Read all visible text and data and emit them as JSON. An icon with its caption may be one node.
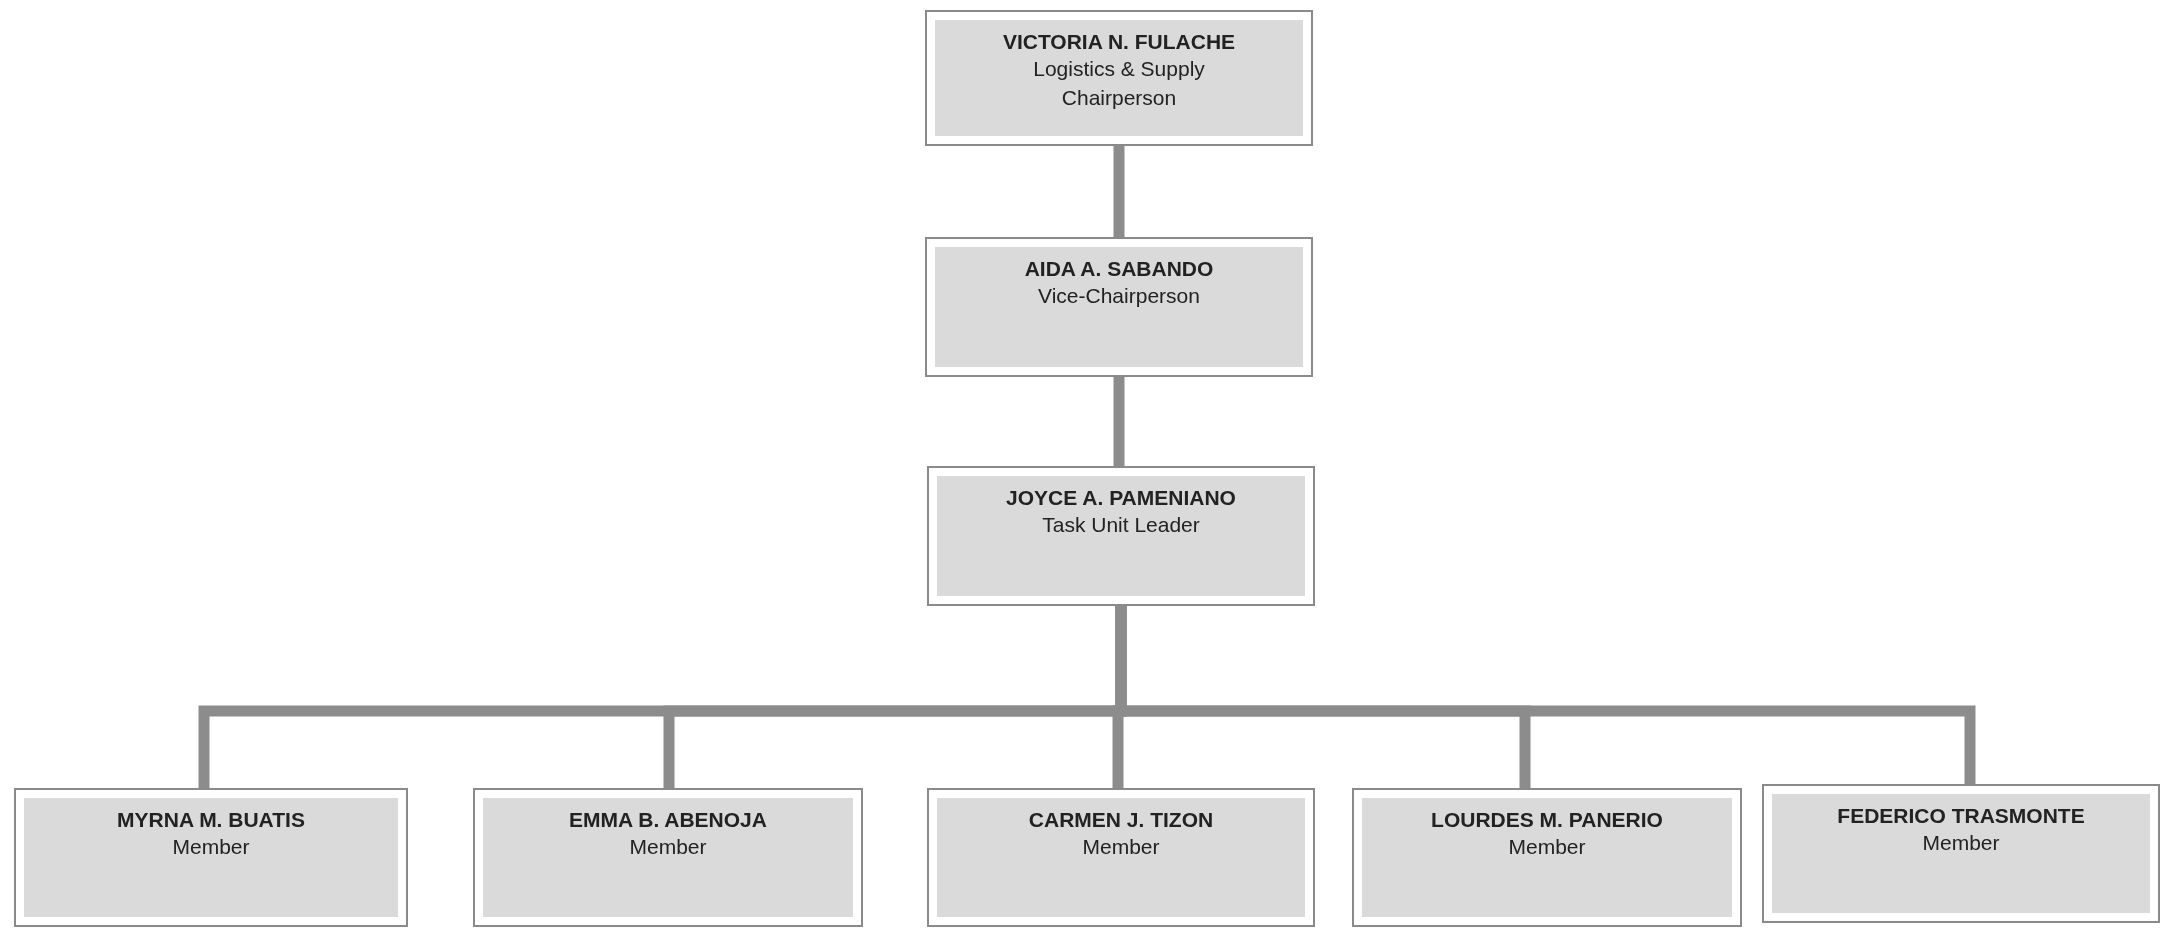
{
  "diagram": {
    "nodes": [
      {
        "text": [
          "VICTORIA N. FULACHE",
          "Logistics & Supply Chairperson"
        ]
      },
      {
        "text": [
          "AIDA A. SABANDO",
          "Vice-Chairperson"
        ]
      },
      {
        "text": [
          "JOYCE A. PAMENIANO",
          "Task Unit Leader"
        ]
      },
      {
        "text": [
          "MYRNA M. BUATIS",
          "Member"
        ]
      },
      {
        "text": [
          "EMMA B. ABENOJA",
          "Member"
        ]
      },
      {
        "text": [
          "CARMEN J. TIZON",
          "Member"
        ]
      },
      {
        "text": [
          "LOURDES M. PANERIO",
          "Member"
        ]
      },
      {
        "text": [
          "FEDERICO TRASMONTE",
          "Member"
        ]
      }
    ],
    "edges": [
      {
        "from": 0,
        "to": 1,
        "arrow": "none"
      },
      {
        "from": 1,
        "to": 2,
        "arrow": "none"
      },
      {
        "from": 2,
        "to": 3,
        "arrow": "none"
      },
      {
        "from": 2,
        "to": 4,
        "arrow": "none"
      },
      {
        "from": 2,
        "to": 5,
        "arrow": "none"
      },
      {
        "from": 2,
        "to": 6,
        "arrow": "none"
      },
      {
        "from": 2,
        "to": 7,
        "arrow": "none"
      }
    ]
  }
}
